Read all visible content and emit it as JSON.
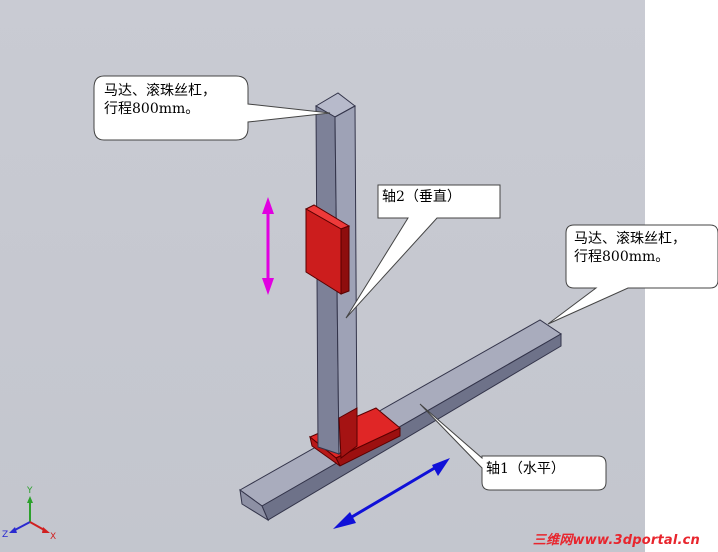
{
  "callouts": {
    "motor_top": {
      "line1": "马达、滚珠丝杠，",
      "line2": "行程800mm。"
    },
    "axis2": {
      "text": "轴2（垂直）"
    },
    "motor_right": {
      "line1": "马达、滚珠丝杠，",
      "line2": "行程800mm。"
    },
    "axis1": {
      "text": "轴1（水平）"
    }
  },
  "triad": {
    "x": "X",
    "y": "Y",
    "z": "Z"
  },
  "watermark": {
    "text": "三维网www.3dportal.cn"
  },
  "colors": {
    "background": "#c7c9d1",
    "steel": "#8e92a6",
    "carriage": "#d81f1f",
    "vertical_arrow": "#e100e1",
    "horizontal_arrow": "#1010d8",
    "watermark": "#e8252d"
  }
}
